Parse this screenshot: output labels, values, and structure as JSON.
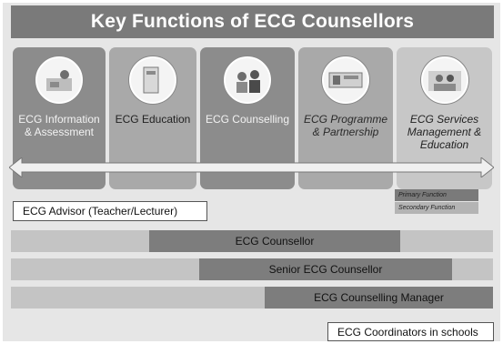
{
  "title": "Key Functions of ECG Counsellors",
  "functions": [
    {
      "label": "ECG Information & Assessment",
      "icon": "photo-thumbnail-icon"
    },
    {
      "label": "ECG Education",
      "icon": "photo-thumbnail-icon"
    },
    {
      "label": "ECG Counselling",
      "icon": "photo-thumbnail-icon"
    },
    {
      "label": "ECG Programme & Partnership",
      "icon": "photo-thumbnail-icon"
    },
    {
      "label": "ECG Services Management & Education",
      "icon": "photo-thumbnail-icon"
    }
  ],
  "legend": {
    "primary": "Primary Function",
    "secondary": "Secondary Function"
  },
  "roles": {
    "advisor": "ECG Advisor (Teacher/Lecturer)",
    "counsellor": "ECG Counsellor",
    "senior": "Senior ECG Counsellor",
    "manager": "ECG Counselling Manager",
    "coordinators": "ECG Coordinators in schools"
  },
  "colors": {
    "primary": "#7d7d7d",
    "secondary": "#c4c4c4",
    "title_bg": "#7a7a7a"
  }
}
